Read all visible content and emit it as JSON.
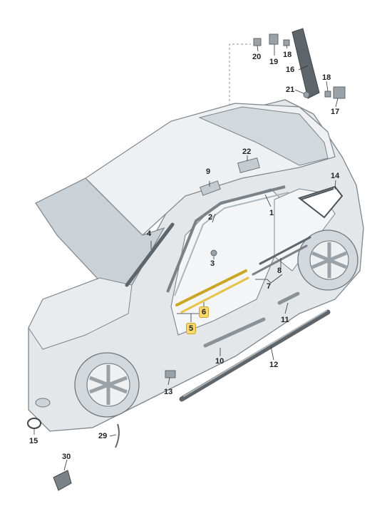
{
  "figure": {
    "colors": {
      "body_fill": "#dfe3e6",
      "body_fill_light": "#eef0f2",
      "glass": "#c9d1d6",
      "outline": "#7d868c",
      "strip_dark": "#7a8187",
      "strip_light": "#aeb5ba",
      "highlight": "#f5d76e",
      "text": "#222222"
    },
    "parts": [
      {
        "id": "p1",
        "number": "1",
        "highlighted": false
      },
      {
        "id": "p2",
        "number": "2",
        "highlighted": false
      },
      {
        "id": "p3",
        "number": "3",
        "highlighted": false
      },
      {
        "id": "p4",
        "number": "4",
        "highlighted": false
      },
      {
        "id": "p5",
        "number": "5",
        "highlighted": true
      },
      {
        "id": "p6",
        "number": "6",
        "highlighted": true
      },
      {
        "id": "p7",
        "number": "7",
        "highlighted": false
      },
      {
        "id": "p8",
        "number": "8",
        "highlighted": false
      },
      {
        "id": "p9",
        "number": "9",
        "highlighted": false
      },
      {
        "id": "p10",
        "number": "10",
        "highlighted": false
      },
      {
        "id": "p11",
        "number": "11",
        "highlighted": false
      },
      {
        "id": "p12",
        "number": "12",
        "highlighted": false
      },
      {
        "id": "p13",
        "number": "13",
        "highlighted": false
      },
      {
        "id": "p14",
        "number": "14",
        "highlighted": false
      },
      {
        "id": "p15",
        "number": "15",
        "highlighted": false
      },
      {
        "id": "p16",
        "number": "16",
        "highlighted": false
      },
      {
        "id": "p17",
        "number": "17",
        "highlighted": false
      },
      {
        "id": "p18a",
        "number": "18",
        "highlighted": false
      },
      {
        "id": "p18b",
        "number": "18",
        "highlighted": false
      },
      {
        "id": "p19",
        "number": "19",
        "highlighted": false
      },
      {
        "id": "p20",
        "number": "20",
        "highlighted": false
      },
      {
        "id": "p21",
        "number": "21",
        "highlighted": false
      },
      {
        "id": "p22",
        "number": "22",
        "highlighted": false
      },
      {
        "id": "p29",
        "number": "29",
        "highlighted": false
      },
      {
        "id": "p30",
        "number": "30",
        "highlighted": false
      }
    ]
  }
}
